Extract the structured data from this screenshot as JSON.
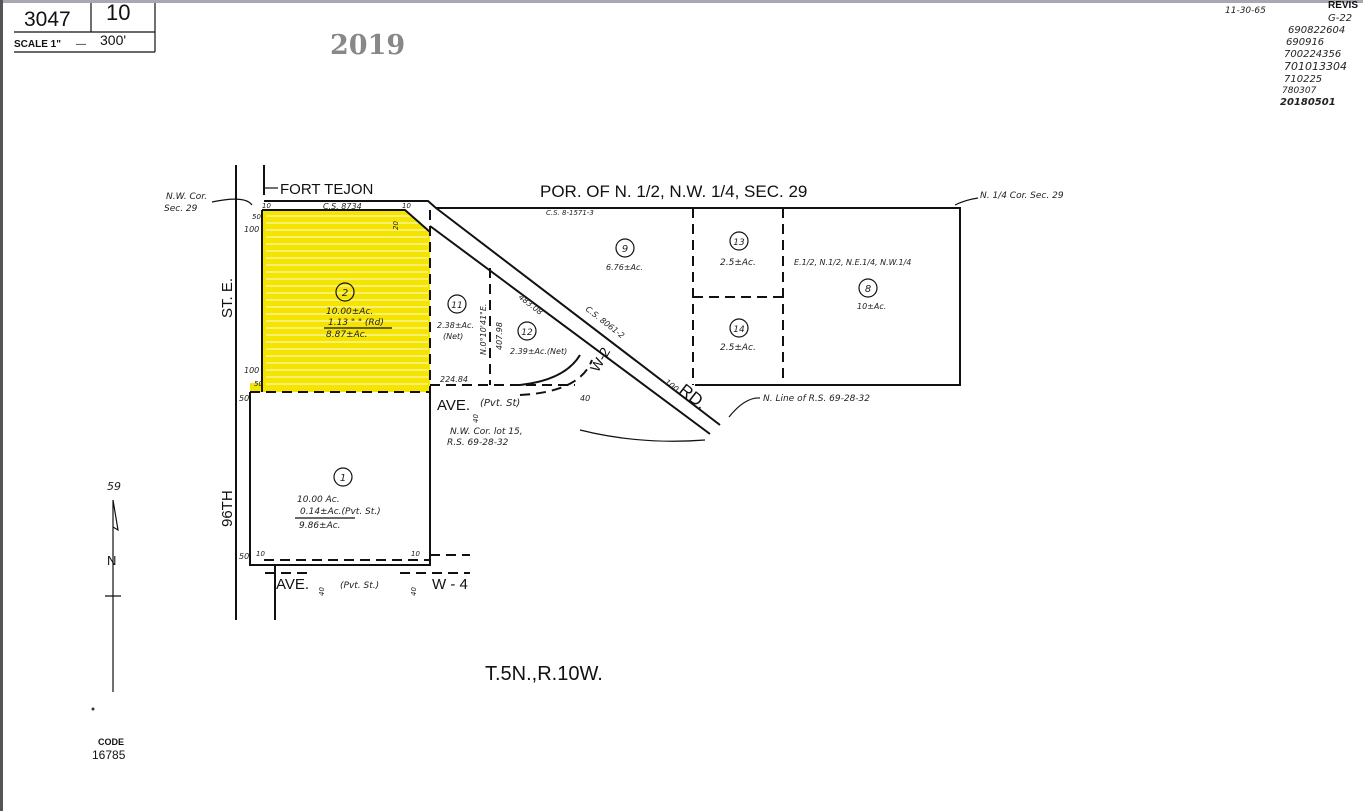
{
  "header": {
    "book": "3047",
    "page": "10",
    "scale_label": "SCALE 1\"",
    "scale_dash": "—",
    "scale_value": "300'",
    "year": "2019"
  },
  "revisions": {
    "title": "REVIS",
    "entries": [
      "11-30-65",
      "G-22",
      "690822604",
      "690916",
      "700224356",
      "701013304",
      "710225",
      "780307",
      "20180501"
    ]
  },
  "map": {
    "highlight_color": "#f5e400",
    "streets": {
      "fort_tejon": "FORT TEJON",
      "st_e": "ST. E.",
      "st_96th": "96TH",
      "rd": "RD.",
      "rd_width": "100",
      "w2": "W-2",
      "ave_top": "AVE.",
      "ave_top_note": "(Pvt. St)",
      "ave_bottom": "AVE.",
      "ave_bottom_note": "(Pvt. St.)",
      "w4": "W - 4"
    },
    "section_label": "POR. OF N. 1/2, N.W. 1/4, SEC. 29",
    "nw_cor": [
      "N.W. Cor.",
      "Sec. 29"
    ],
    "n_quarter_cor": "N. 1/4 Cor. Sec. 29",
    "n_line": "N. Line of R.S. 69-28-32",
    "nw_cor_lot": [
      "N.W. Cor. lot 15,",
      "R.S. 69-28-32"
    ],
    "survey_refs": [
      "C.S. 8734",
      "C.S. 8-1571-3",
      "C.S. 8061-2"
    ],
    "bearings": [
      "N.0°10'41\"E.",
      "407.98",
      "483.08",
      "224.84"
    ],
    "dims": [
      "50",
      "100",
      "100",
      "50",
      "50",
      "50",
      "10",
      "20",
      "10",
      "40",
      "40",
      "10",
      "10",
      "40",
      "40"
    ],
    "parcels": [
      {
        "num": "2",
        "lines": [
          "10.00±Ac.",
          "1.13 \" \" (Rd)",
          "8.87±Ac."
        ]
      },
      {
        "num": "1",
        "lines": [
          "10.00 Ac.",
          "0.14±Ac.(Pvt. St.)",
          "9.86±Ac."
        ]
      },
      {
        "num": "11",
        "lines": [
          "2.38±Ac.",
          "(Net)"
        ]
      },
      {
        "num": "12",
        "lines": [
          "2.39±Ac.(Net)"
        ]
      },
      {
        "num": "9",
        "lines": [
          "6.76±Ac."
        ]
      },
      {
        "num": "13",
        "lines": [
          "2.5±Ac."
        ]
      },
      {
        "num": "14",
        "lines": [
          "2.5±Ac."
        ]
      },
      {
        "num": "8",
        "lines": [
          "E.1/2, N.1/2, N.E.1/4, N.W.1/4",
          "10±Ac."
        ]
      }
    ],
    "township": "T.5N.,R.10W.",
    "north_label": "N",
    "north_number": "59",
    "code_label": "CODE",
    "code_value": "16785"
  }
}
